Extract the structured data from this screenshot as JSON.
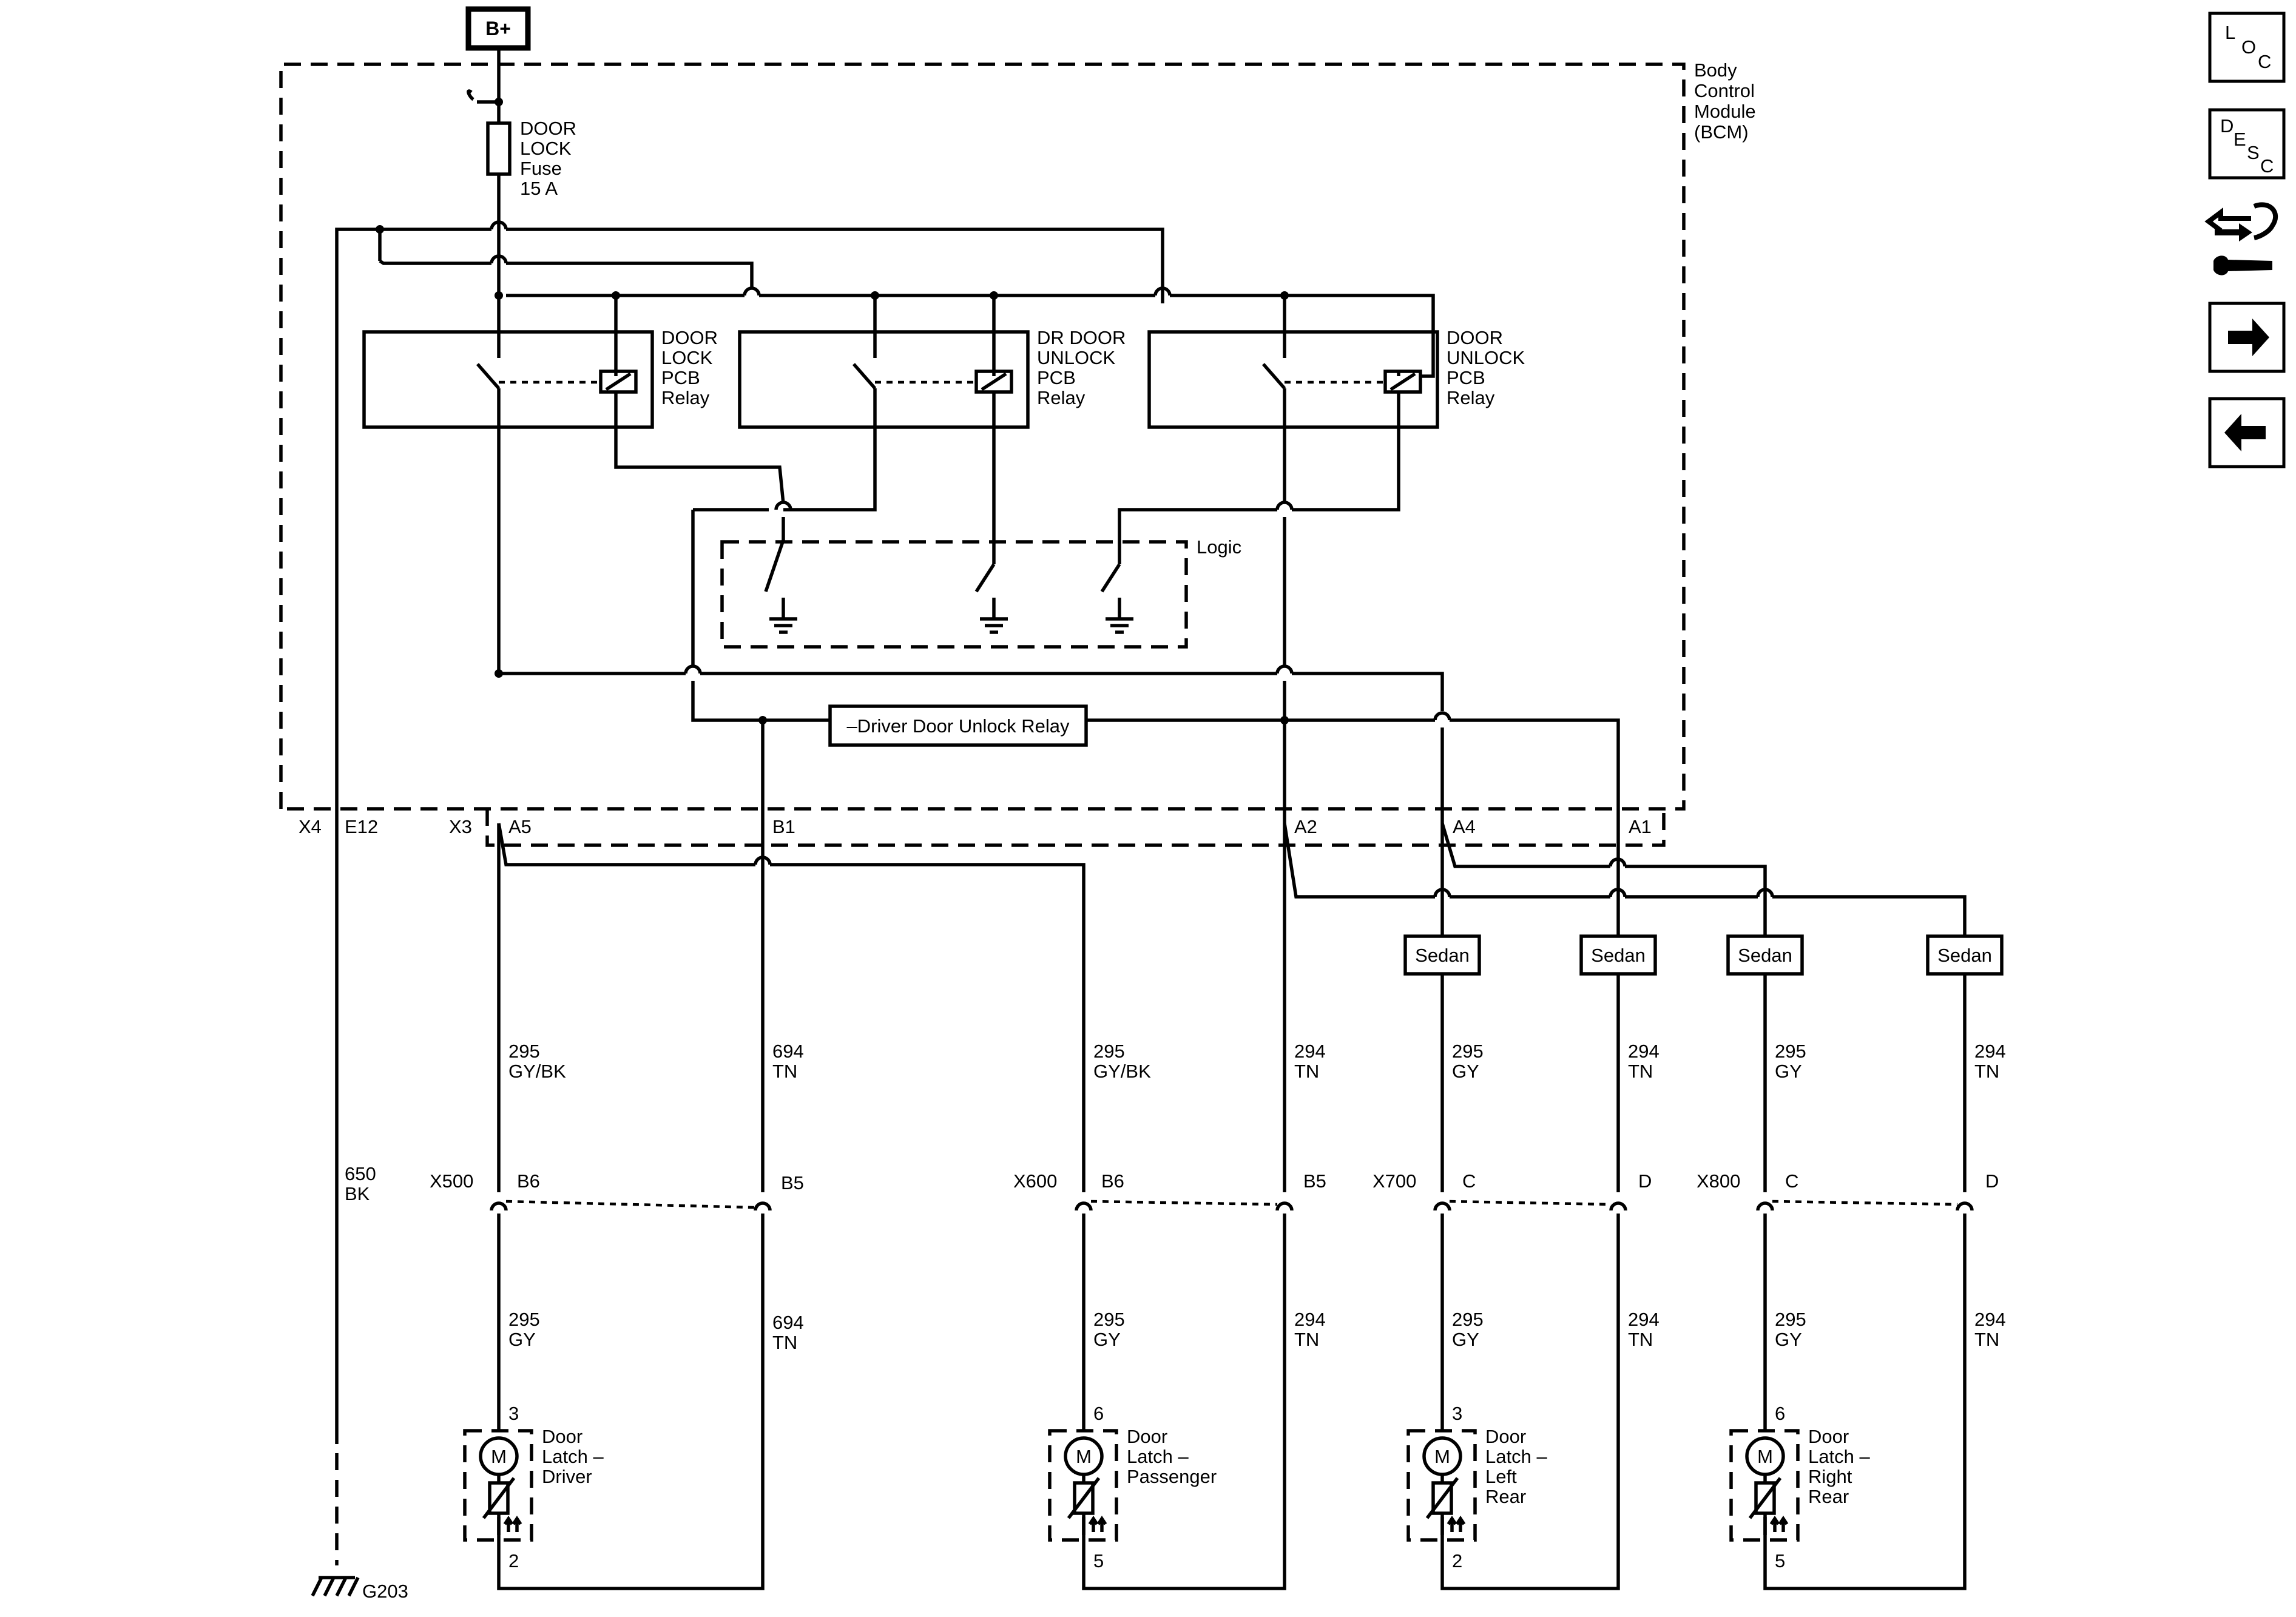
{
  "power": {
    "source": "B+"
  },
  "module": {
    "name_lines": [
      "Body",
      "Control",
      "Module",
      "(BCM)"
    ]
  },
  "fuse": {
    "lines": [
      "DOOR",
      "LOCK",
      "Fuse",
      "15 A"
    ]
  },
  "relays": [
    {
      "lines": [
        "DOOR",
        "LOCK",
        "PCB",
        "Relay"
      ]
    },
    {
      "lines": [
        "DR DOOR",
        "UNLOCK",
        "PCB",
        "Relay"
      ]
    },
    {
      "lines": [
        "DOOR",
        "UNLOCK",
        "PCB",
        "Relay"
      ]
    }
  ],
  "logic": {
    "label": "Logic"
  },
  "option_box": {
    "label": "–Driver Door Unlock Relay"
  },
  "bcm_connectors": {
    "x4": "X4",
    "e12": "E12",
    "x3": "X3",
    "a5": "A5",
    "b1": "B1",
    "a2": "A2",
    "a4": "A4",
    "a1": "A1"
  },
  "sedan_label": "Sedan",
  "upper_wires": [
    [
      "295",
      "GY/BK"
    ],
    [
      "694",
      "TN"
    ],
    [
      "295",
      "GY/BK"
    ],
    [
      "294",
      "TN"
    ],
    [
      "295",
      "GY"
    ],
    [
      "294",
      "TN"
    ],
    [
      "295",
      "GY"
    ],
    [
      "294",
      "TN"
    ]
  ],
  "ground_wire": [
    "650",
    "BK"
  ],
  "inline_connectors": [
    {
      "name": "X500",
      "pins": [
        "B6",
        "B5"
      ]
    },
    {
      "name": "X600",
      "pins": [
        "B6",
        "B5"
      ]
    },
    {
      "name": "X700",
      "pins": [
        "C",
        "D"
      ]
    },
    {
      "name": "X800",
      "pins": [
        "C",
        "D"
      ]
    }
  ],
  "lower_wires": [
    [
      "295",
      "GY"
    ],
    [
      "694",
      "TN"
    ],
    [
      "295",
      "GY"
    ],
    [
      "294",
      "TN"
    ],
    [
      "295",
      "GY"
    ],
    [
      "294",
      "TN"
    ],
    [
      "295",
      "GY"
    ],
    [
      "294",
      "TN"
    ]
  ],
  "motor_symbol": "M",
  "latches": [
    {
      "lines": [
        "Door",
        "Latch –",
        "Driver"
      ],
      "pin_top": "3",
      "pin_bottom": "2"
    },
    {
      "lines": [
        "Door",
        "Latch –",
        "Passenger"
      ],
      "pin_top": "6",
      "pin_bottom": "5"
    },
    {
      "lines": [
        "Door",
        "Latch –",
        "Left",
        "Rear"
      ],
      "pin_top": "3",
      "pin_bottom": "2"
    },
    {
      "lines": [
        "Door",
        "Latch –",
        "Right",
        "Rear"
      ],
      "pin_top": "6",
      "pin_bottom": "5"
    }
  ],
  "ground": {
    "label": "G203"
  },
  "nav": {
    "loc": [
      "L",
      "O",
      "C"
    ],
    "desc": [
      "D",
      "E",
      "S",
      "C"
    ],
    "icons": [
      "schematic-connector-icon",
      "next-page-arrow-icon",
      "previous-page-arrow-icon"
    ]
  }
}
